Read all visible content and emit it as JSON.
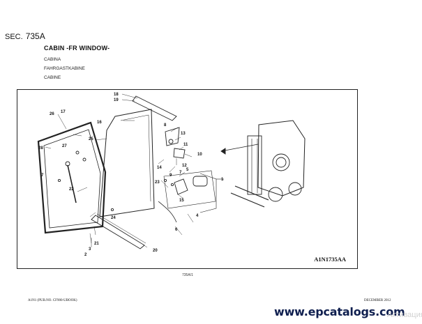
{
  "header": {
    "sec_label": "SEC.",
    "sec_number": "735A",
    "title": "CABIN -FR WINDOW-",
    "subtitles": [
      "CABINA",
      "FAHRGASTKABINE",
      "CABINE"
    ]
  },
  "figure": {
    "code": "A1N1735AA",
    "page_ref": "735A/1",
    "callouts": [
      "18",
      "19",
      "8",
      "13",
      "16",
      "17",
      "26",
      "25",
      "11",
      "10",
      "9",
      "12",
      "7",
      "5",
      "14",
      "1",
      "28",
      "27",
      "7",
      "23",
      "15",
      "4",
      "22",
      "24",
      "6",
      "3",
      "21",
      "2",
      "20"
    ]
  },
  "footer": {
    "left": "A1N1 (PUB.NO. CF900-UBOOK)",
    "right": "DECEMBER 2012"
  },
  "watermark": {
    "site": "www.epcatalogs.com",
    "overlay": "Активация"
  }
}
